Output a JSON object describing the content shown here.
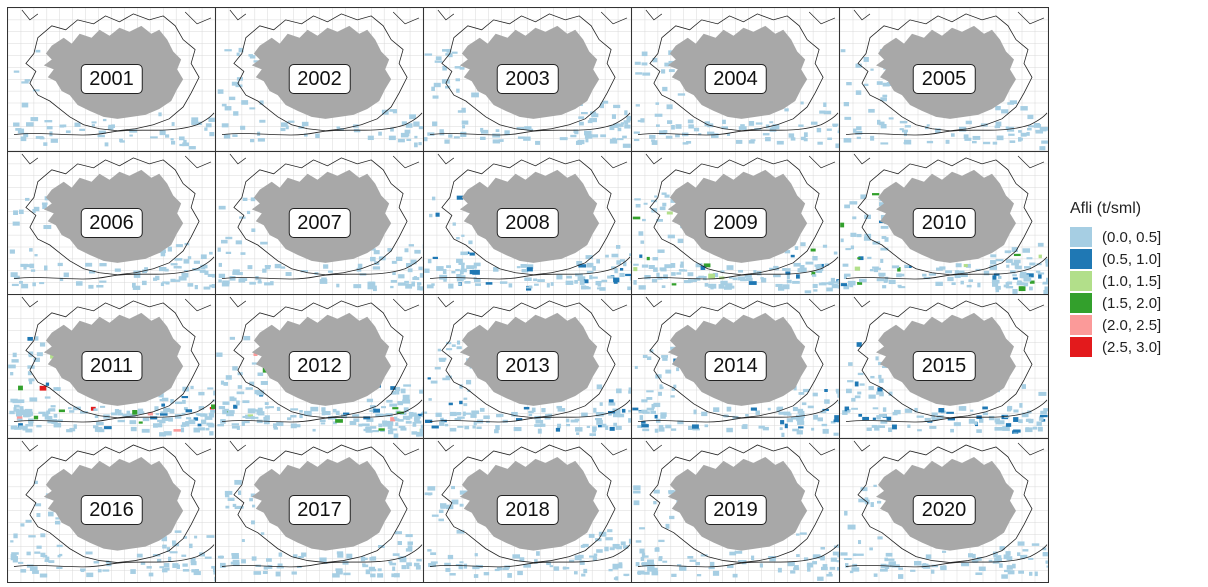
{
  "panels": [
    {
      "year": "2001",
      "intensity": 1
    },
    {
      "year": "2002",
      "intensity": 1
    },
    {
      "year": "2003",
      "intensity": 2
    },
    {
      "year": "2004",
      "intensity": 2
    },
    {
      "year": "2005",
      "intensity": 2
    },
    {
      "year": "2006",
      "intensity": 2
    },
    {
      "year": "2007",
      "intensity": 2
    },
    {
      "year": "2008",
      "intensity": 3
    },
    {
      "year": "2009",
      "intensity": 4
    },
    {
      "year": "2010",
      "intensity": 4
    },
    {
      "year": "2011",
      "intensity": 5
    },
    {
      "year": "2012",
      "intensity": 5
    },
    {
      "year": "2013",
      "intensity": 3
    },
    {
      "year": "2014",
      "intensity": 3
    },
    {
      "year": "2015",
      "intensity": 3
    },
    {
      "year": "2016",
      "intensity": 2
    },
    {
      "year": "2017",
      "intensity": 2
    },
    {
      "year": "2018",
      "intensity": 2
    },
    {
      "year": "2019",
      "intensity": 2
    },
    {
      "year": "2020",
      "intensity": 2
    }
  ],
  "legend": {
    "title": "Afli (t/sml)",
    "items": [
      {
        "label": "(0.0, 0.5]",
        "color": "#a6cee3"
      },
      {
        "label": "(0.5, 1.0]",
        "color": "#1f78b4"
      },
      {
        "label": "(1.0, 1.5]",
        "color": "#b2df8a"
      },
      {
        "label": "(1.5, 2.0]",
        "color": "#33a02c"
      },
      {
        "label": "(2.0, 2.5]",
        "color": "#fb9a99"
      },
      {
        "label": "(2.5, 3.0]",
        "color": "#e31a1c"
      }
    ]
  },
  "colors": {
    "land": "#a8a8a8",
    "contour": "#222222",
    "gridline": "#d9d9d9"
  }
}
